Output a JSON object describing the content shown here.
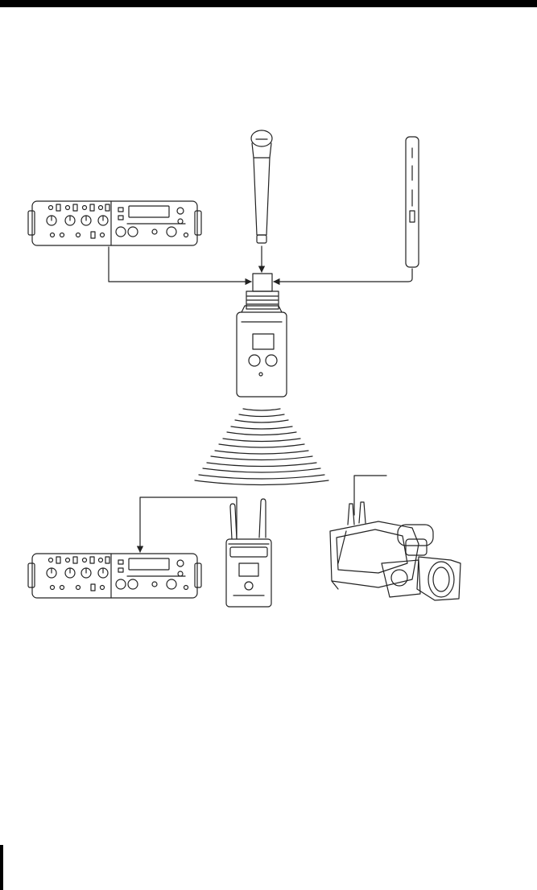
{
  "diagram": {
    "devices": [
      {
        "id": "mixer-top",
        "icon": "audio-mixer"
      },
      {
        "id": "handheld-mic",
        "icon": "handheld-microphone"
      },
      {
        "id": "shotgun-mic",
        "icon": "shotgun-microphone"
      },
      {
        "id": "plug-on-transmitter",
        "icon": "plug-on-transmitter"
      },
      {
        "id": "mixer-bottom",
        "icon": "audio-mixer"
      },
      {
        "id": "portable-receiver",
        "icon": "portable-receiver"
      },
      {
        "id": "camcorder",
        "icon": "camcorder"
      }
    ],
    "connections": [
      {
        "from": "mixer-top",
        "to": "plug-on-transmitter"
      },
      {
        "from": "handheld-mic",
        "to": "plug-on-transmitter"
      },
      {
        "from": "shotgun-mic",
        "to": "plug-on-transmitter"
      },
      {
        "from": "plug-on-transmitter",
        "to": "portable-receiver",
        "kind": "wireless"
      },
      {
        "from": "portable-receiver",
        "to": "mixer-bottom"
      }
    ]
  }
}
